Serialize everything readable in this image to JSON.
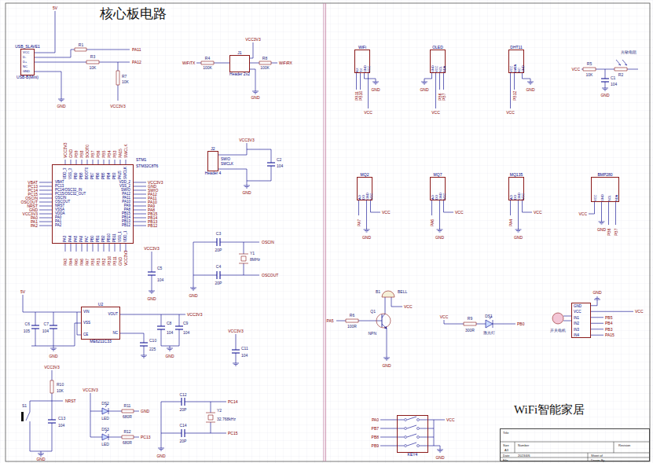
{
  "diagram": {
    "title": "核心板电路",
    "caption": "WiFi智能家居",
    "nodes": [
      {
        "text": [
          "USB_SLAVE1",
          "USB-B(Mini)"
        ]
      },
      {
        "text": [
          "J1",
          "Header 2x2"
        ]
      },
      {
        "text": [
          "STM1",
          "STM32C8T6"
        ]
      },
      {
        "text": [
          "J2",
          "Header 4"
        ]
      },
      {
        "text": [
          "U2",
          "ME6211C33"
        ]
      },
      {
        "text": [
          "WiFi",
          "RX",
          "TX",
          "GND",
          "VCC"
        ]
      },
      {
        "text": [
          "OLED",
          "GND",
          "VCC",
          "SCL",
          "SDA"
        ]
      },
      {
        "text": [
          "DHT11",
          "VCC",
          "DATA",
          "NC",
          "GND"
        ]
      },
      {
        "text": [
          "MQ2",
          "AO",
          "DO",
          "GND",
          "VCC"
        ]
      },
      {
        "text": [
          "MQ7",
          "AO",
          "DO",
          "GND",
          "VCC"
        ]
      },
      {
        "text": [
          "MQ135",
          "AO",
          "DO",
          "GND",
          "VCC"
        ]
      },
      {
        "text": [
          "BMP280",
          "VCC",
          "GND",
          "SCL",
          "SDA"
        ]
      },
      {
        "text": [
          "GND",
          "VCC",
          "IN1",
          "IN2",
          "IN3",
          "IN4"
        ]
      },
      {
        "text": [
          "KEY4"
        ]
      },
      {
        "text": [
          "Title",
          "Size",
          "A3",
          "Number",
          "Revision",
          "Date",
          "2023/4/6",
          "Sheet of",
          "File",
          "Drawn By"
        ]
      }
    ],
    "labels": [
      "VBAT",
      "PC13",
      "PC14/OSC32_IN",
      "PC15/OSC32_OUT",
      "OSCIN",
      "OSCOUT",
      "NRST",
      "VSSA",
      "VDDA",
      "PA0",
      "PA1",
      "PA2",
      "VBAT",
      "PC13",
      "PC14",
      "PC15",
      "OSCIN",
      "OSCOUT",
      "NRST",
      "GND",
      "VCC3V3",
      "PA0",
      "PA1",
      "PA2",
      "VDD_2",
      "VSS_2",
      "SWIO",
      "PA12",
      "PA11",
      "PA10",
      "PA9",
      "PA8",
      "PB15",
      "PB14",
      "PB13",
      "PB12",
      "VCC3V3",
      "GND",
      "SWIO",
      "PA12",
      "PA11",
      "PA10",
      "PA9",
      "PA8",
      "PB15",
      "PB14",
      "PB13",
      "PB12",
      "VDD_3",
      "VSS_3",
      "PB9",
      "PB8",
      "BOOT0",
      "PB7",
      "PB6",
      "PB5",
      "PB4",
      "PB3",
      "PA15",
      "SWCLK",
      "VCC3V3",
      "GND",
      "PB9",
      "PB8",
      "BOOT0",
      "PB7",
      "PB6",
      "PB5",
      "PB4",
      "PB3",
      "PA15",
      "SWCLK",
      "PA3",
      "PA4",
      "PA5",
      "PA6",
      "PA7",
      "PB0",
      "PB1",
      "PB2",
      "PB10",
      "PB11",
      "VSS_1",
      "VDD_1",
      "PA3",
      "PA4",
      "PA5",
      "PA6",
      "PA7",
      "PB0",
      "PB1",
      "PB2",
      "PB10",
      "PB11",
      "GND",
      "VCC3V3",
      "VCC",
      "D-",
      "D+",
      "NC",
      "GND",
      "5V",
      "R1",
      "R3",
      "10K",
      "PA11",
      "PA12",
      "R7",
      "10K",
      "VCC3V3",
      "GND",
      "VCC3V3",
      "R4",
      "100K",
      "WiFiTX",
      "R8",
      "100K",
      "WiFiRX",
      "GND",
      "SWIO",
      "SWCLK",
      "VCC3V3",
      "C2",
      "104",
      "GND",
      "C3",
      "20P",
      "C4",
      "20P",
      "Y1",
      "8MHz",
      "OSCIN",
      "OSCOUT",
      "GND",
      "VCC3V3",
      "C5",
      "104",
      "GND",
      "VIN",
      "VSS",
      "CE",
      "VOUT",
      "NC",
      "5V",
      "C6",
      "105",
      "C7",
      "104",
      "GND",
      "VCC3V3",
      "C8",
      "104",
      "C9",
      "104",
      "C10",
      "225",
      "GND",
      "VCC3V3",
      "C11",
      "104",
      "VCC3V3",
      "R10",
      "10K",
      "NRST",
      "S1",
      "C13",
      "104",
      "GND",
      "VCC3V3",
      "DS2",
      "LED",
      "R11",
      "680R",
      "GND",
      "DS3",
      "LED",
      "R12",
      "680R",
      "PC13",
      "C12",
      "20P",
      "C14",
      "20P",
      "Y2",
      "32.768kHz",
      "PC14",
      "PC15",
      "GND",
      "PB11",
      "PB10",
      "GND",
      "VCC",
      "GND",
      "VCC",
      "PB6",
      "PB7",
      "VCC",
      "PB12",
      "GND",
      "VCC",
      "R5",
      "10K",
      "R2",
      "光敏电阻",
      "C1",
      "104",
      "GND",
      "PA7",
      "GND",
      "VCC",
      "PA6",
      "GND",
      "VCC",
      "PA4",
      "GND",
      "VCC",
      "VCC",
      "GND",
      "PB6",
      "PB7",
      "B1",
      "BELL",
      "VCC",
      "PA5",
      "R6",
      "100R",
      "Q1",
      "NPN",
      "GND",
      "VCC",
      "R9",
      "300R",
      "DS1",
      "激光灯",
      "PB0",
      "开关电机",
      "GND",
      "VCC",
      "PB5",
      "PB4",
      "PB3",
      "PA15",
      "PA0",
      "PB7",
      "PB8",
      "PB9",
      "VCC",
      "GND"
    ]
  }
}
